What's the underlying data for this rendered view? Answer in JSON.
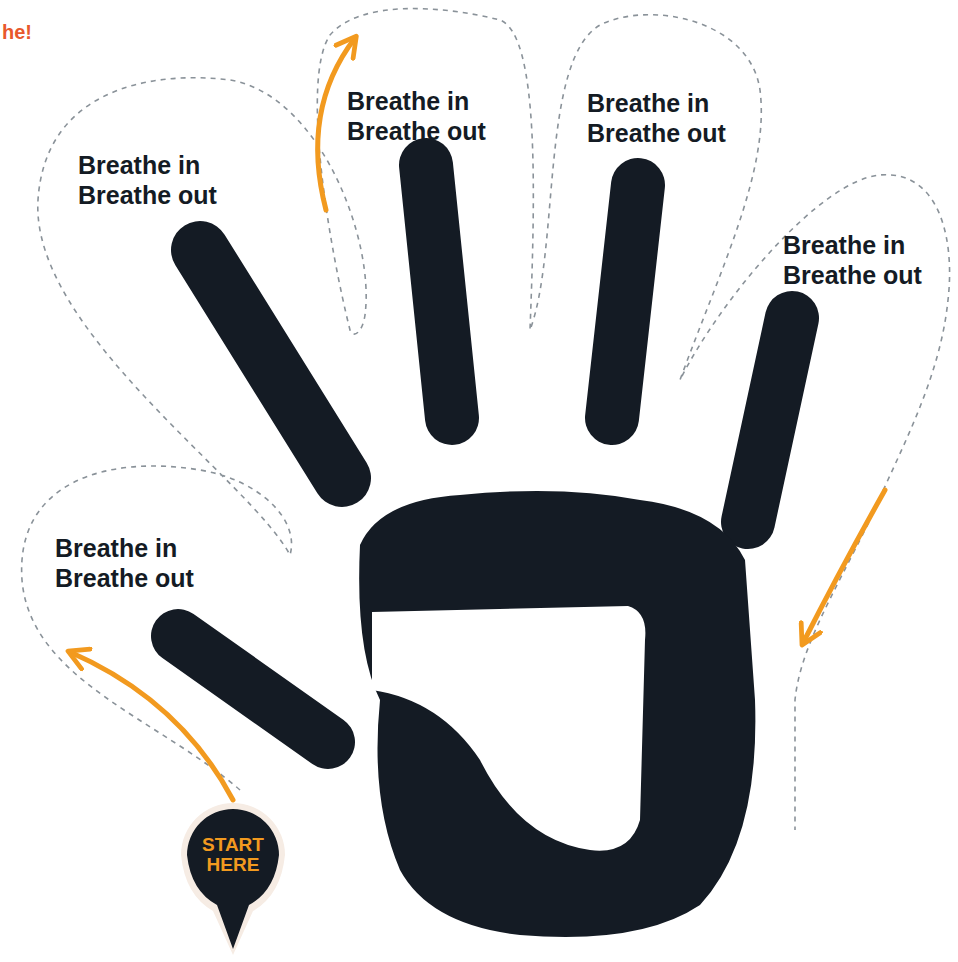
{
  "diagram": {
    "nodes": [
      {
        "text": [
          "START HERE"
        ]
      }
    ],
    "labels": [
      "he!",
      "Breathe in Breathe out",
      "Breathe in Breathe out",
      "Breathe in Breathe out",
      "Breathe in Breathe out",
      "Breathe in Breathe out"
    ]
  }
}
